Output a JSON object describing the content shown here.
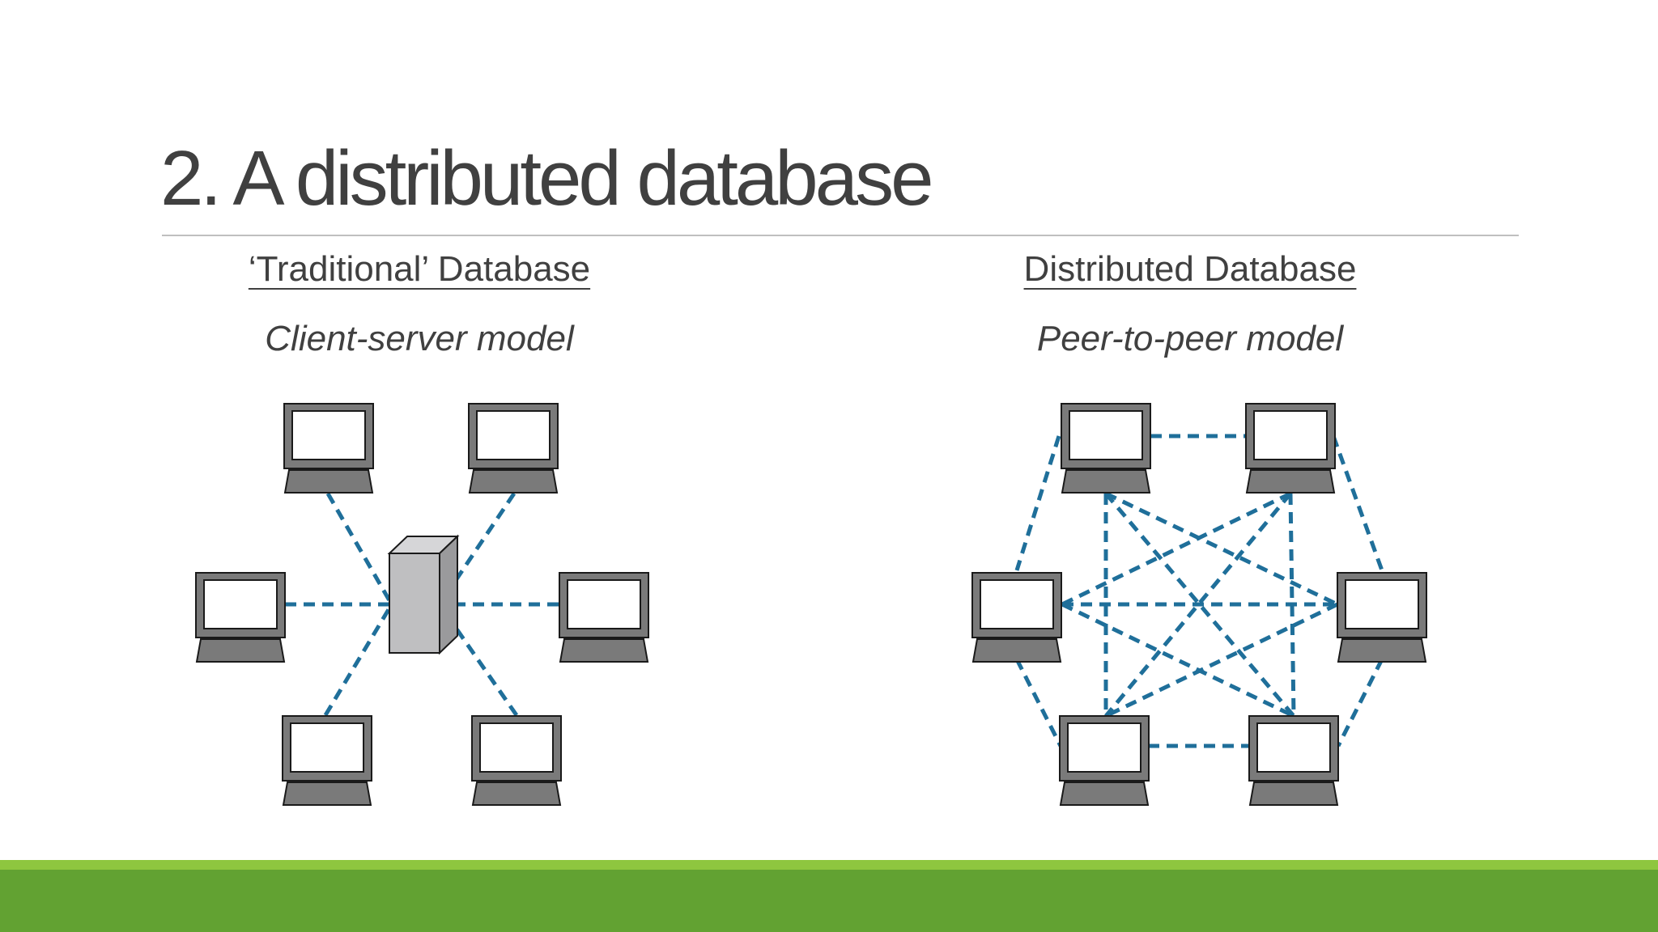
{
  "slide": {
    "title": "2. A distributed database"
  },
  "left": {
    "heading": "‘Traditional’ Database",
    "subheading": "Client-server model"
  },
  "right": {
    "heading": "Distributed Database",
    "subheading": "Peer-to-peer model"
  },
  "colors": {
    "link": "#1f6f9a",
    "monitor_frame": "#7a7a7a",
    "screen": "#ffffff",
    "server_front": "#bfbfc1",
    "server_side": "#9a9a9c",
    "server_top": "#d6d6d8",
    "footer_green": "#62a232",
    "footer_light_green": "#8ec63f"
  },
  "icons": {
    "client": "computer-monitor-icon",
    "server": "server-tower-icon"
  }
}
